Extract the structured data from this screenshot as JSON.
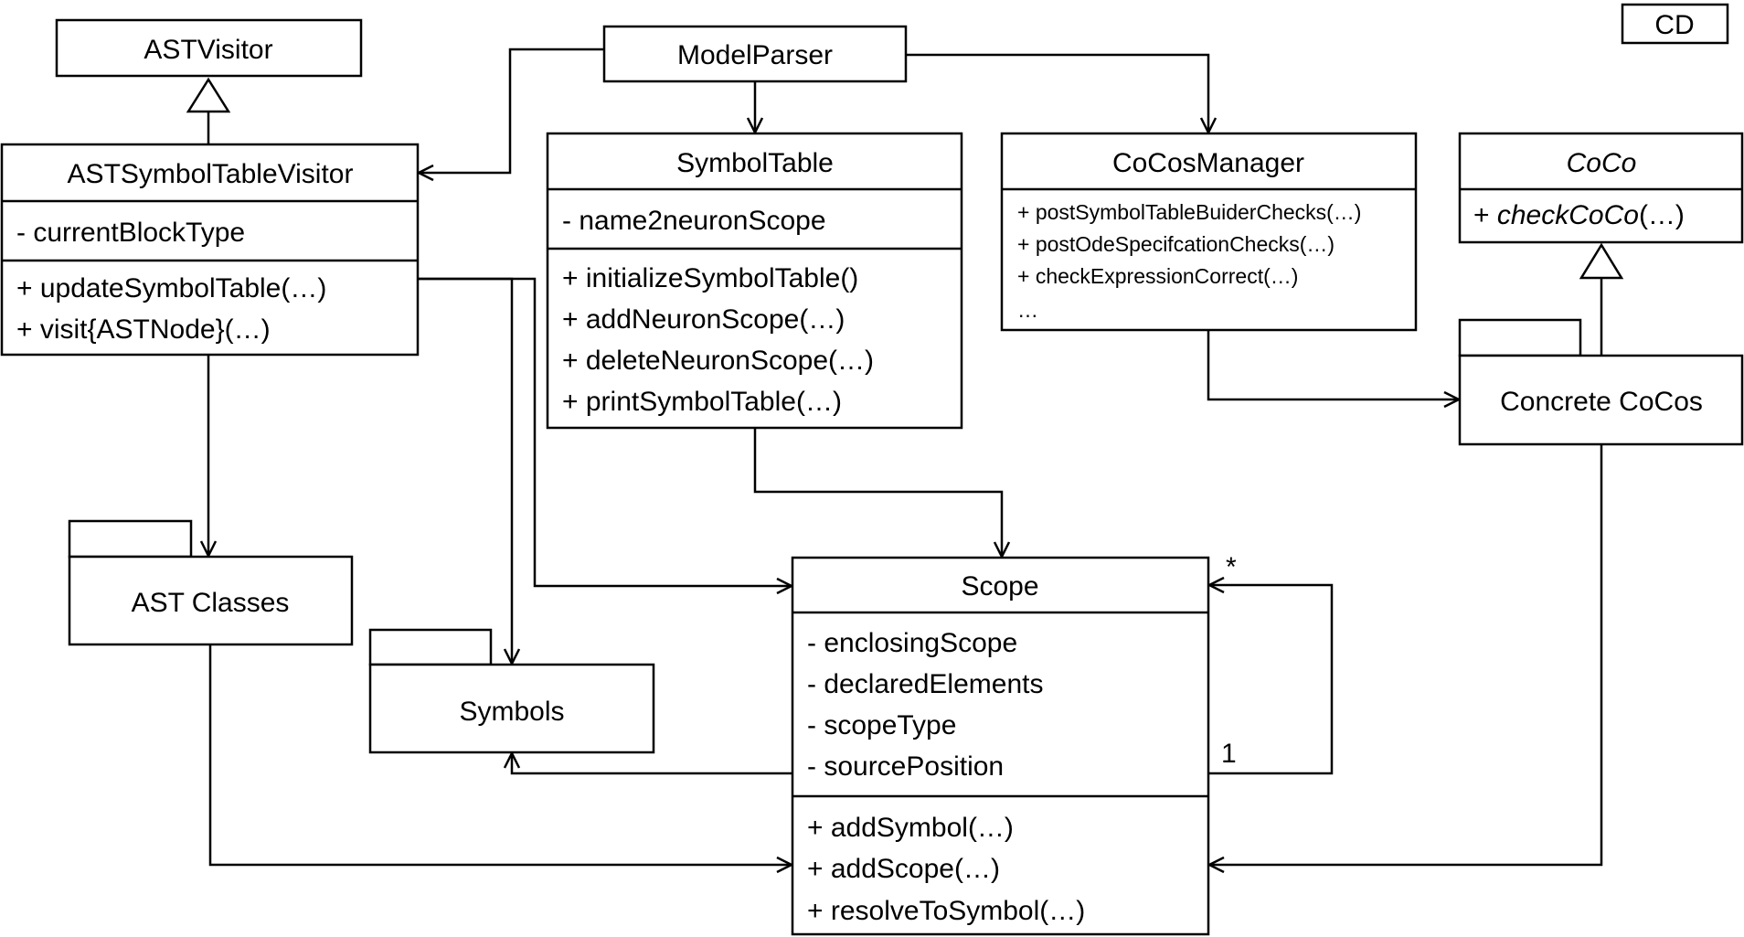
{
  "diagram_tag": "CD",
  "classes": {
    "ast_visitor": {
      "name": "ASTVisitor"
    },
    "model_parser": {
      "name": "ModelParser"
    },
    "ast_symbol_table_visitor": {
      "name": "ASTSymbolTableVisitor",
      "attributes": [
        "- currentBlockType"
      ],
      "methods": [
        "+ updateSymbolTable(…)",
        "+ visit{ASTNode}(…)"
      ]
    },
    "symbol_table": {
      "name": "SymbolTable",
      "attributes": [
        "- name2neuronScope"
      ],
      "methods": [
        "+ initializeSymbolTable()",
        "+ addNeuronScope(…)",
        "+ deleteNeuronScope(…)",
        "+ printSymbolTable(…)"
      ]
    },
    "cocos_manager": {
      "name": "CoCosManager",
      "methods": [
        "+ postSymbolTableBuiderChecks(…)",
        "+ postOdeSpecifcationChecks(…)",
        "+ checkExpressionCorrect(…)",
        "…"
      ]
    },
    "coco": {
      "name": "CoCo",
      "methods_prefix": "+ ",
      "methods_name": "checkCoCo",
      "methods_suffix": "(…)"
    },
    "scope": {
      "name": "Scope",
      "attributes": [
        "- enclosingScope",
        "- declaredElements",
        "- scopeType",
        "- sourcePosition"
      ],
      "methods": [
        "+ addSymbol(…)",
        "+ addScope(…)",
        "+ resolveToSymbol(…)"
      ]
    }
  },
  "packages": {
    "ast_classes": "AST Classes",
    "symbols": "Symbols",
    "concrete_cocos": "Concrete CoCos"
  },
  "multiplicity": {
    "scope_self_many": "*",
    "scope_self_one": "1"
  }
}
